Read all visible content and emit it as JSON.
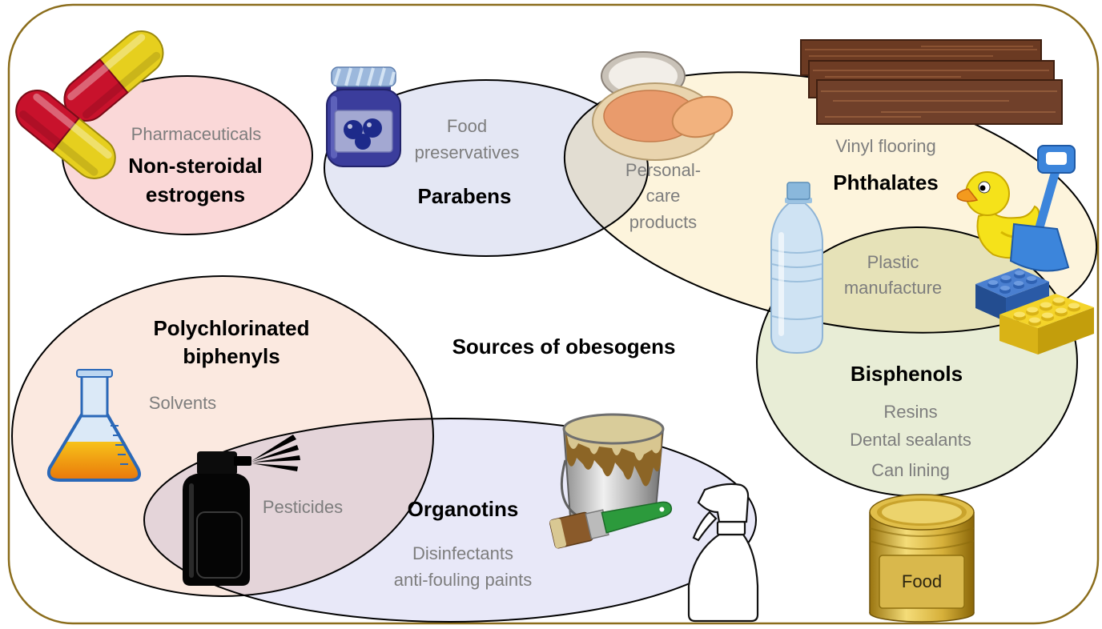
{
  "title": "Sources of obesogens",
  "colors": {
    "frame": "#8b6d1c",
    "non_steroidal_estrogens": "#fad8d8",
    "parabens": "#e4e7f4",
    "phthalates": "#fdf4dc",
    "bisphenols": "#e8edd6",
    "polychlorinated_biphenyls": "#fbe9e0",
    "organotins": "#e8e8f8"
  },
  "groups": {
    "estrogens": {
      "name_lines": [
        "Non-steroidal",
        "estrogens"
      ],
      "source_lines": [
        "Pharmaceuticals"
      ]
    },
    "parabens": {
      "name_lines": [
        "Parabens"
      ],
      "source_lines": [
        "Food",
        "preservatives"
      ]
    },
    "phthalates": {
      "name_lines": [
        "Phthalates"
      ],
      "source_lines": [
        "Vinyl flooring"
      ]
    },
    "bisphenols": {
      "name_lines": [
        "Bisphenols"
      ],
      "source_lines": [
        "Resins",
        "Dental sealants",
        "Can lining"
      ]
    },
    "pcb": {
      "name_lines": [
        "Polychlorinated",
        "biphenyls"
      ],
      "source_lines": [
        "Solvents"
      ]
    },
    "organotins": {
      "name_lines": [
        "Organotins"
      ],
      "source_lines": [
        "Disinfectants",
        "anti-fouling paints"
      ]
    }
  },
  "shared_sources": {
    "parabens_phthalates": [
      "Personal-",
      "care",
      "products"
    ],
    "phthalates_bisphenols": [
      "Plastic",
      "manufacture"
    ],
    "pcb_organotins": [
      "Pesticides"
    ]
  },
  "can_label": "Food",
  "icons": [
    "capsule-pills-icon",
    "jam-jar-icon",
    "makeup-compact-icon",
    "wood-flooring-planks-icon",
    "rubber-duck-icon",
    "toy-shovel-icon",
    "plastic-bottle-icon",
    "toy-bricks-icon",
    "chemical-flask-icon",
    "aerosol-spray-can-icon",
    "paint-bucket-icon",
    "paint-brush-icon",
    "spray-bottle-icon",
    "food-can-icon"
  ]
}
